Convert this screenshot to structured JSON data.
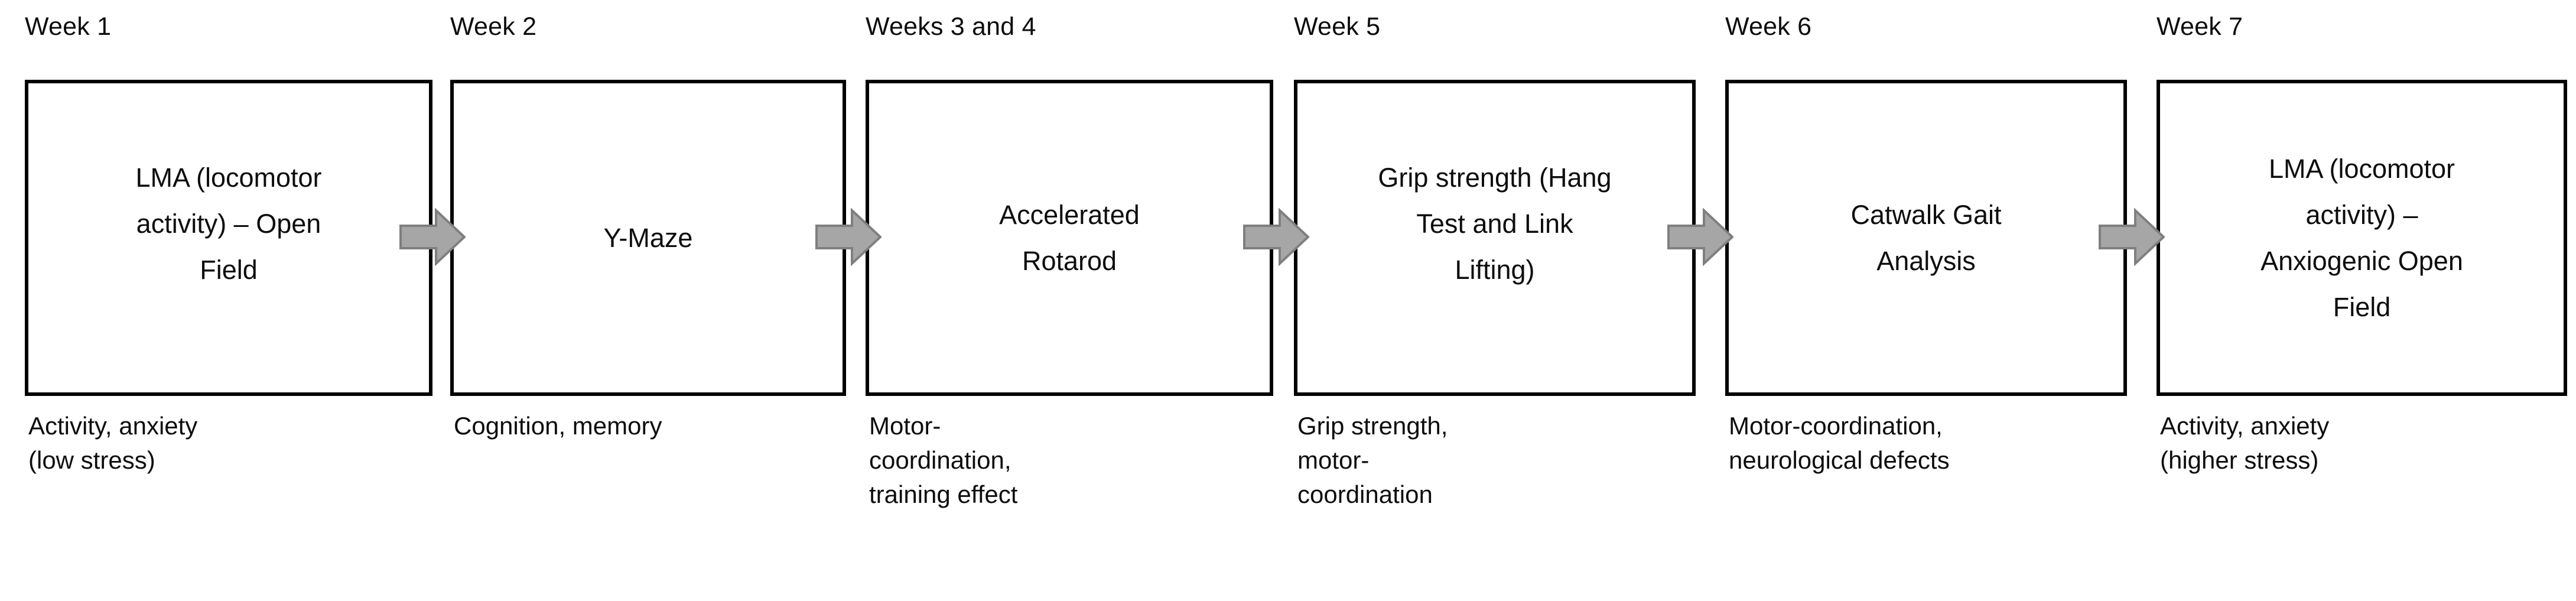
{
  "figure": {
    "type": "process-flow-timeline",
    "orientation": "horizontal",
    "background_color": "#FFFFFF",
    "box_border_color": "#000000",
    "text_color": "#0D0D0D",
    "arrow_fill_color": "#A6A6A6",
    "arrow_border_color": "#7F7F7F"
  },
  "stages": [
    {
      "week_label": "Week 1",
      "test_lines": [
        "LMA (locomotor",
        "activity) – Open",
        "Field"
      ],
      "caption_lines": [
        "Activity, anxiety",
        "(low stress)"
      ]
    },
    {
      "week_label": "Week 2",
      "test_lines": [
        "Y-Maze"
      ],
      "caption_lines": [
        "Cognition, memory"
      ]
    },
    {
      "week_label": "Weeks 3 and 4",
      "test_lines": [
        "Accelerated",
        "Rotarod"
      ],
      "caption_lines": [
        "Motor-",
        "coordination,",
        "training effect"
      ]
    },
    {
      "week_label": "Week 5",
      "test_lines": [
        "Grip strength (Hang",
        "Test and Link",
        "Lifting)"
      ],
      "caption_lines": [
        "Grip strength,",
        "motor-",
        "coordination"
      ]
    },
    {
      "week_label": "Week 6",
      "test_lines": [
        "Catwalk Gait",
        "Analysis"
      ],
      "caption_lines": [
        "Motor-coordination,",
        "neurological defects"
      ]
    },
    {
      "week_label": "Week 7",
      "test_lines": [
        "LMA (locomotor",
        "activity) –",
        "Anxiogenic Open",
        "Field"
      ],
      "caption_lines": [
        "Activity, anxiety",
        "(higher stress)"
      ]
    }
  ],
  "connectors": [
    {
      "name": "arrow-1-to-2",
      "glyph": "right-arrow"
    },
    {
      "name": "arrow-2-to-3",
      "glyph": "right-arrow"
    },
    {
      "name": "arrow-3-to-4",
      "glyph": "right-arrow"
    },
    {
      "name": "arrow-4-to-5",
      "glyph": "right-arrow"
    },
    {
      "name": "arrow-5-to-6",
      "glyph": "right-arrow"
    }
  ]
}
